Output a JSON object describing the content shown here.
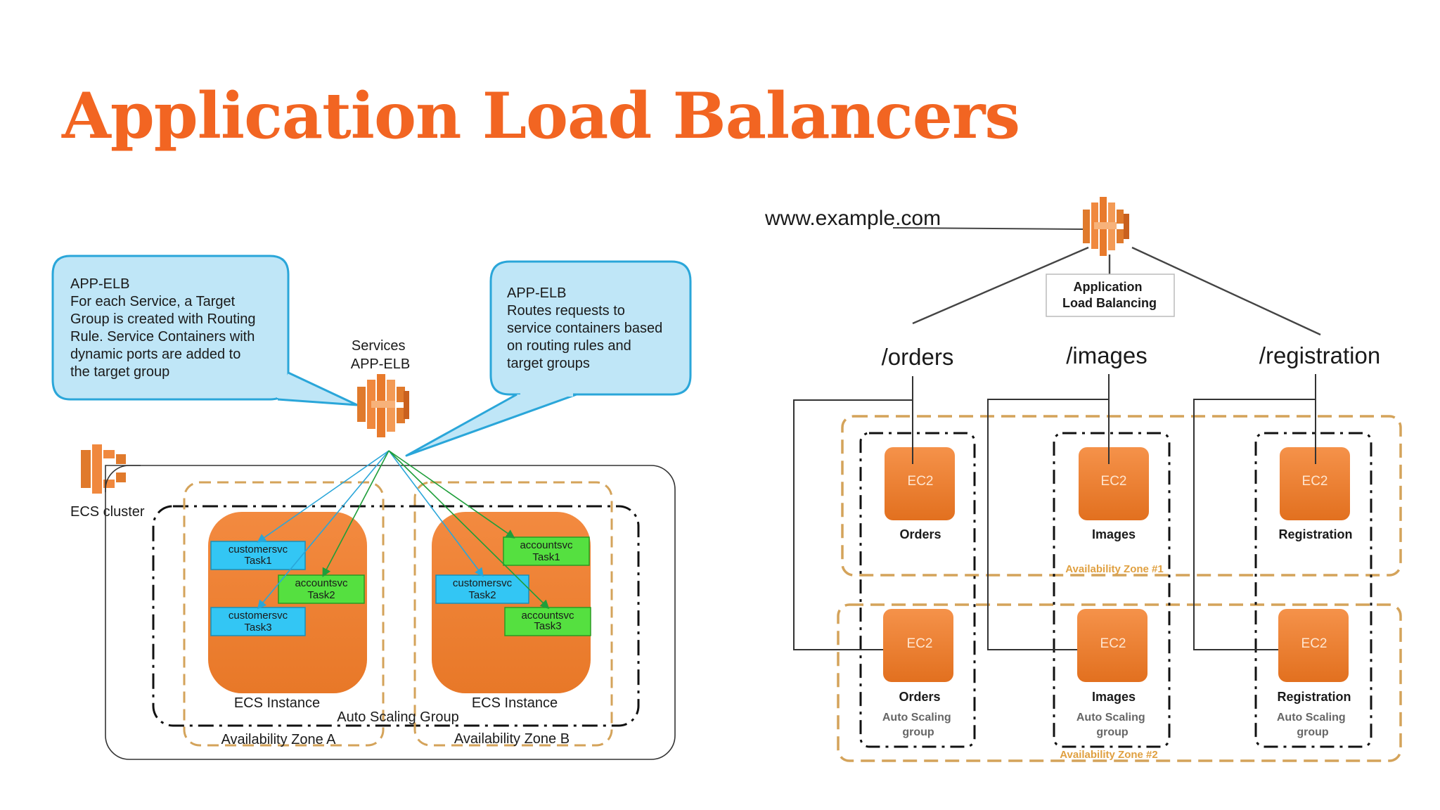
{
  "title": "Application Load Balancers",
  "left_diagram": {
    "callout_left": [
      "APP-ELB",
      "For each Service, a Target",
      "Group is created with Routing",
      "Rule. Service Containers with",
      "dynamic ports are added to",
      "the target group"
    ],
    "callout_right": [
      "APP-ELB",
      "Routes requests to",
      "service containers based",
      "on routing rules and",
      "target groups"
    ],
    "elb_label": [
      "Services",
      "APP-ELB"
    ],
    "ecs_cluster_label": "ECS cluster",
    "instances": [
      {
        "label": "ECS Instance",
        "tasks": [
          {
            "name": "customersvc",
            "task": "Task1",
            "kind": "customer"
          },
          {
            "name": "accountsvc",
            "task": "Task2",
            "kind": "account"
          },
          {
            "name": "customersvc",
            "task": "Task3",
            "kind": "customer"
          }
        ]
      },
      {
        "label": "ECS Instance",
        "tasks": [
          {
            "name": "accountsvc",
            "task": "Task1",
            "kind": "account"
          },
          {
            "name": "customersvc",
            "task": "Task2",
            "kind": "customer"
          },
          {
            "name": "accountsvc",
            "task": "Task3",
            "kind": "account"
          }
        ]
      }
    ],
    "asg_label": "Auto Scaling Group",
    "az_a_label": "Availability Zone A",
    "az_b_label": "Availability Zone B"
  },
  "right_diagram": {
    "domain": "www.example.com",
    "alb_label": [
      "Application",
      "Load Balancing"
    ],
    "paths": [
      "/orders",
      "/images",
      "/registration"
    ],
    "ec2_label": "EC2",
    "services": [
      "Orders",
      "Images",
      "Registration"
    ],
    "asg_label": [
      "Auto Scaling",
      "group"
    ],
    "az1_label": "Availability Zone #1",
    "az2_label": "Availability Zone #2"
  },
  "colors": {
    "title": "#f26522",
    "aws_orange": "#f0883e",
    "callout_fill": "#bfe6f7",
    "callout_stroke": "#2aa6d9",
    "customer_task": "#33c6f4",
    "account_task": "#55e040",
    "az_dash": "#d4a35a"
  }
}
